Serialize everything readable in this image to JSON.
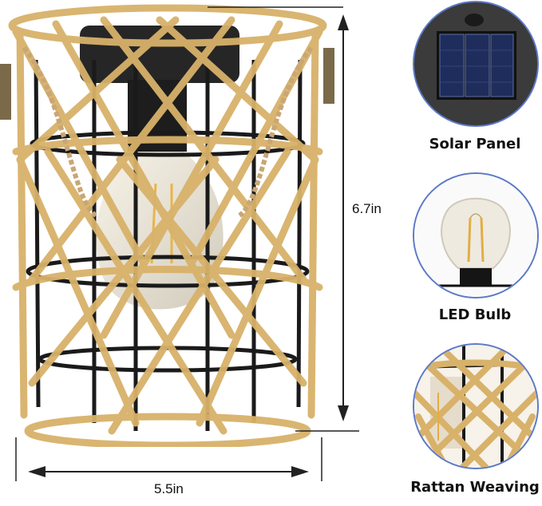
{
  "dimensions": {
    "height": "6.7in",
    "width": "5.5in"
  },
  "features": [
    {
      "label": "Solar Panel",
      "icon": "solar-panel-icon"
    },
    {
      "label": "LED Bulb",
      "icon": "led-bulb-icon"
    },
    {
      "label": "Rattan Weaving",
      "icon": "rattan-weave-icon"
    }
  ],
  "colors": {
    "rattan": "#d8b26a",
    "frame": "#1a1a1a",
    "circle_border": "#5c79c7"
  }
}
